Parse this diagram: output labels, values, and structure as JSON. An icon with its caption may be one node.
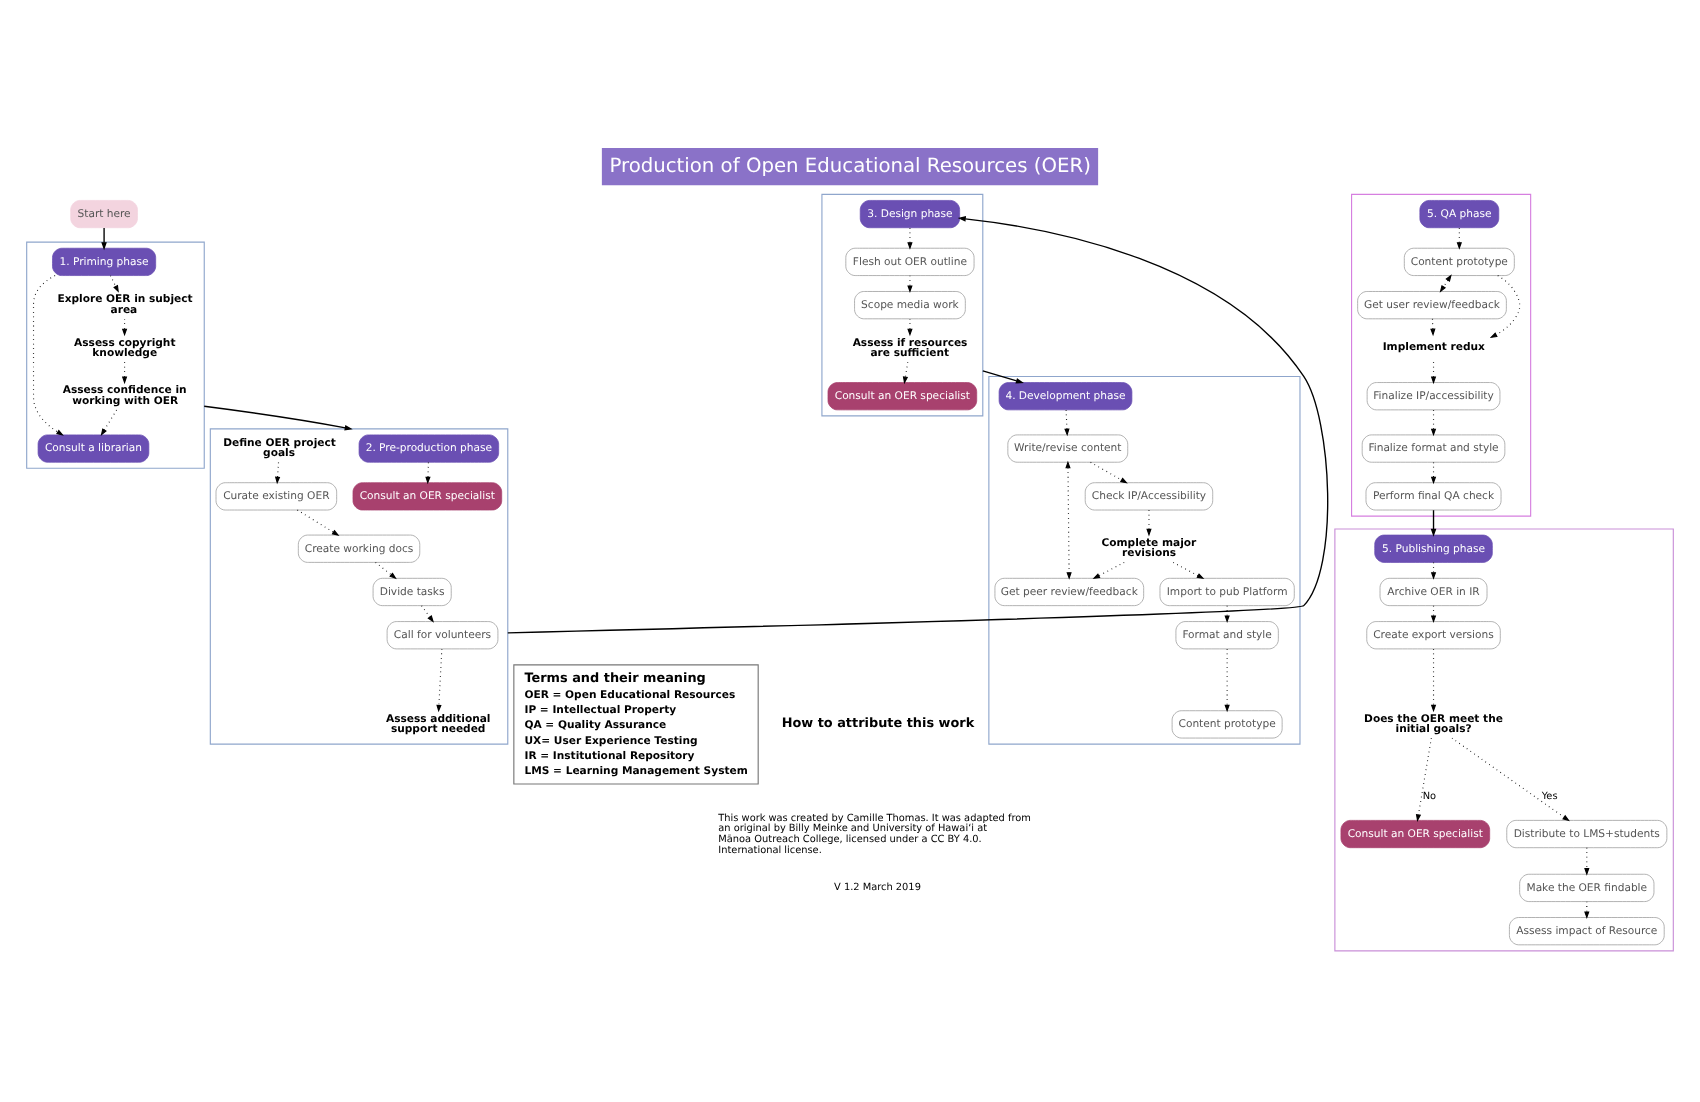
{
  "diagram": {
    "title": "Production of Open Educational Resources (OER)",
    "nodes": [
      {
        "text": [
          "Start here"
        ]
      },
      {
        "text": [],
        "shape": "box"
      },
      {
        "text": [
          "1. Priming phase"
        ],
        "in": 1
      },
      {
        "text": [
          "Consult a librarian"
        ],
        "in": 1
      },
      {
        "text": [
          "Explore OER in subject area"
        ],
        "in": 1
      },
      {
        "text": [
          "Assess copyright knowledge"
        ],
        "in": 1
      },
      {
        "text": [
          "Assess confidence in working with OER"
        ],
        "in": 1
      },
      {
        "text": [],
        "shape": "box"
      },
      {
        "text": [
          "2. Pre-production phase"
        ],
        "in": 7
      },
      {
        "text": [
          "Define OER project goals"
        ],
        "in": 7
      },
      {
        "text": [
          "Consult an OER specialist"
        ],
        "in": 7
      },
      {
        "text": [
          "Curate existing OER"
        ],
        "in": 7
      },
      {
        "text": [
          "Create working docs"
        ],
        "in": 7
      },
      {
        "text": [
          "Divide tasks"
        ],
        "in": 7
      },
      {
        "text": [
          "Assess additional support needed"
        ],
        "in": 7
      },
      {
        "text": [
          "Call for volunteers"
        ],
        "in": 7
      },
      {
        "text": [],
        "shape": "box"
      },
      {
        "text": [
          "3. Design phase"
        ],
        "in": 16
      },
      {
        "text": [
          "Flesh out OER outline"
        ],
        "in": 16
      },
      {
        "text": [
          "Consult an OER specialist"
        ],
        "in": 16
      },
      {
        "text": [
          "Scope media work"
        ],
        "in": 16
      },
      {
        "text": [
          "Assess if resources are sufficient"
        ],
        "in": 16
      },
      {
        "text": [],
        "shape": "box"
      },
      {
        "text": [
          "4. Development phase"
        ],
        "in": 22
      },
      {
        "text": [
          "Write/revise content"
        ],
        "in": 22
      },
      {
        "text": [
          "Get peer review/feedback"
        ],
        "in": 22
      },
      {
        "text": [
          "Check IP/Accessibility"
        ],
        "in": 22
      },
      {
        "text": [
          "Complete major revisions"
        ],
        "in": 22
      },
      {
        "text": [
          "Import to pub Platform"
        ],
        "in": 22
      },
      {
        "text": [
          "Format and style"
        ],
        "in": 22
      },
      {
        "text": [
          "Content prototype"
        ],
        "in": 22
      },
      {
        "text": [],
        "shape": "box"
      },
      {
        "text": [
          "5. QA phase"
        ],
        "in": 31
      },
      {
        "text": [
          "Content prototype"
        ],
        "in": 31
      },
      {
        "text": [
          "Get user review/feedback"
        ],
        "in": 31
      },
      {
        "text": [
          "Implement redux"
        ],
        "in": 31
      },
      {
        "text": [
          "Finalize IP/accessibility"
        ],
        "in": 31
      },
      {
        "text": [
          "Finalize format and style"
        ],
        "in": 31
      },
      {
        "text": [
          "Perform final QA check"
        ],
        "in": 31
      },
      {
        "text": [],
        "shape": "box"
      },
      {
        "text": [
          "5. Publishing phase"
        ],
        "in": 39
      },
      {
        "text": [
          "Consult an OER specialist"
        ],
        "in": 39
      },
      {
        "text": [
          "Archive OER in IR"
        ],
        "in": 39
      },
      {
        "text": [
          "Assess impact of Resource"
        ],
        "in": 39
      },
      {
        "text": [
          "Create export versions"
        ],
        "in": 39
      },
      {
        "text": [
          "Make the OER findable"
        ],
        "in": 39
      },
      {
        "text": [
          "Does the OER meet the initial goals?"
        ],
        "in": 39
      },
      {
        "text": [
          "Distribute to LMS+students"
        ],
        "in": 39
      },
      {
        "text": [
          "Terms and their meaning",
          "OER = Open Educational Resources",
          "IP = Intellectual Property",
          "QA = Quality Assurance",
          "UX= User Experience Testing",
          "IR = Institutional Repository",
          "LMS = Learning Management System"
        ]
      }
    ],
    "edges": [
      {
        "from": 0,
        "to": 2,
        "arrow": "to"
      },
      {
        "from": 2,
        "to": 3,
        "arrow": "to",
        "style": "dashed"
      },
      {
        "from": 2,
        "to": 4,
        "arrow": "to",
        "style": "dashed"
      },
      {
        "from": 4,
        "to": 5,
        "arrow": "to",
        "style": "dashed"
      },
      {
        "from": 5,
        "to": 6,
        "arrow": "to",
        "style": "dashed"
      },
      {
        "from": 6,
        "to": 3,
        "arrow": "to",
        "style": "dashed"
      },
      {
        "from": 1,
        "to": 7,
        "arrow": "to"
      },
      {
        "from": 8,
        "to": 10,
        "arrow": "to",
        "style": "dashed"
      },
      {
        "from": 9,
        "to": 11,
        "arrow": "to",
        "style": "dashed"
      },
      {
        "from": 11,
        "to": 12,
        "arrow": "to",
        "style": "dashed"
      },
      {
        "from": 12,
        "to": 13,
        "arrow": "to",
        "style": "dashed"
      },
      {
        "from": 13,
        "to": 15,
        "arrow": "to",
        "style": "dashed"
      },
      {
        "from": 15,
        "to": 14,
        "arrow": "to",
        "style": "dashed"
      },
      {
        "from": 7,
        "to": 17,
        "arrow": "to"
      },
      {
        "from": 17,
        "to": 18,
        "arrow": "to",
        "style": "dashed"
      },
      {
        "from": 18,
        "to": 20,
        "arrow": "to",
        "style": "dashed"
      },
      {
        "from": 20,
        "to": 21,
        "arrow": "to",
        "style": "dashed"
      },
      {
        "from": 21,
        "to": 19,
        "arrow": "to",
        "style": "dashed"
      },
      {
        "from": 16,
        "to": 23,
        "arrow": "to"
      },
      {
        "from": 23,
        "to": 24,
        "arrow": "to",
        "style": "dashed"
      },
      {
        "from": 24,
        "to": 25,
        "arrow": "both",
        "style": "dashed"
      },
      {
        "from": 24,
        "to": 26,
        "arrow": "to",
        "style": "dashed"
      },
      {
        "from": 26,
        "to": 27,
        "arrow": "to",
        "style": "dashed"
      },
      {
        "from": 27,
        "to": 25,
        "arrow": "to",
        "style": "dashed"
      },
      {
        "from": 27,
        "to": 28,
        "arrow": "to",
        "style": "dashed"
      },
      {
        "from": 28,
        "to": 29,
        "arrow": "to",
        "style": "dashed"
      },
      {
        "from": 29,
        "to": 30,
        "arrow": "to",
        "style": "dashed"
      },
      {
        "from": 32,
        "to": 33,
        "arrow": "to",
        "style": "dashed"
      },
      {
        "from": 33,
        "to": 34,
        "arrow": "both",
        "style": "dashed"
      },
      {
        "from": 33,
        "to": 35,
        "arrow": "to",
        "style": "dashed"
      },
      {
        "from": 34,
        "to": 35,
        "arrow": "to",
        "style": "dashed"
      },
      {
        "from": 35,
        "to": 36,
        "arrow": "to",
        "style": "dashed"
      },
      {
        "from": 36,
        "to": 37,
        "arrow": "to",
        "style": "dashed"
      },
      {
        "from": 37,
        "to": 38,
        "arrow": "to",
        "style": "dashed"
      },
      {
        "from": 38,
        "to": 40,
        "arrow": "to"
      },
      {
        "from": 40,
        "to": 42,
        "arrow": "to",
        "style": "dashed"
      },
      {
        "from": 42,
        "to": 44,
        "arrow": "to",
        "style": "dashed"
      },
      {
        "from": 44,
        "to": 46,
        "arrow": "to",
        "style": "dashed"
      },
      {
        "from": 46,
        "to": 41,
        "arrow": "to",
        "label": "No",
        "style": "dashed"
      },
      {
        "from": 46,
        "to": 47,
        "arrow": "to",
        "label": "Yes",
        "style": "dashed"
      },
      {
        "from": 47,
        "to": 45,
        "arrow": "to",
        "style": "dashed"
      },
      {
        "from": 45,
        "to": 43,
        "arrow": "to",
        "style": "dashed"
      }
    ],
    "labels": [
      "How to attribute this work",
      "This work was created by Camille Thomas. It was adapted from an original by Billy Meinke and University of Hawaiʻi at Mānoa Outreach College, licensed under a CC BY 4.0. International license.",
      "V 1.2 March 2019"
    ]
  }
}
